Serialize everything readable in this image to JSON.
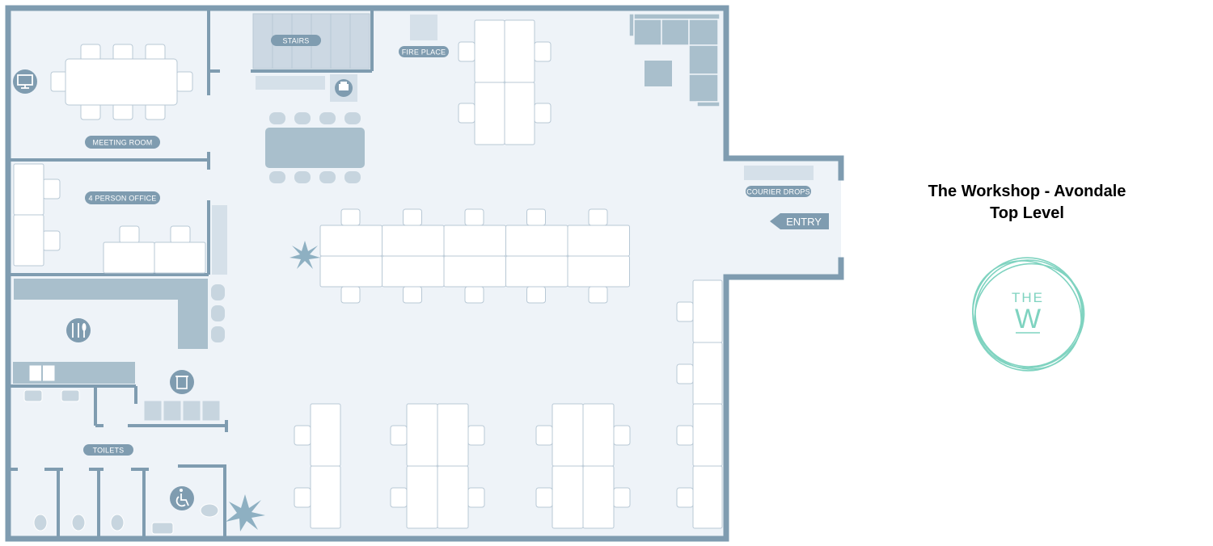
{
  "title": {
    "line1": "The Workshop - Avondale",
    "line2": "Top Level"
  },
  "labels": {
    "meeting_room": "MEETING ROOM",
    "four_person_office": "4 PERSON OFFICE",
    "stairs": "STAIRS",
    "fire_place": "FIRE PLACE",
    "courier_drops": "COURIER DROPS",
    "entry": "ENTRY",
    "toilets": "TOILETS"
  },
  "logo": {
    "line1": "THE",
    "line2": "W"
  },
  "colors": {
    "wall": "#7f9cb0",
    "floor": "#eef3f8",
    "furniture": "#ffffff",
    "furniture_stroke": "#b8c8d5",
    "fixture": "#a9bfcc",
    "label_bg": "#7f9cb0",
    "logo": "#7fd3c0"
  },
  "icons": [
    "monitor-icon",
    "printer-icon",
    "kitchen-cutlery-icon",
    "bin-icon",
    "wheelchair-icon",
    "plant-icon"
  ]
}
